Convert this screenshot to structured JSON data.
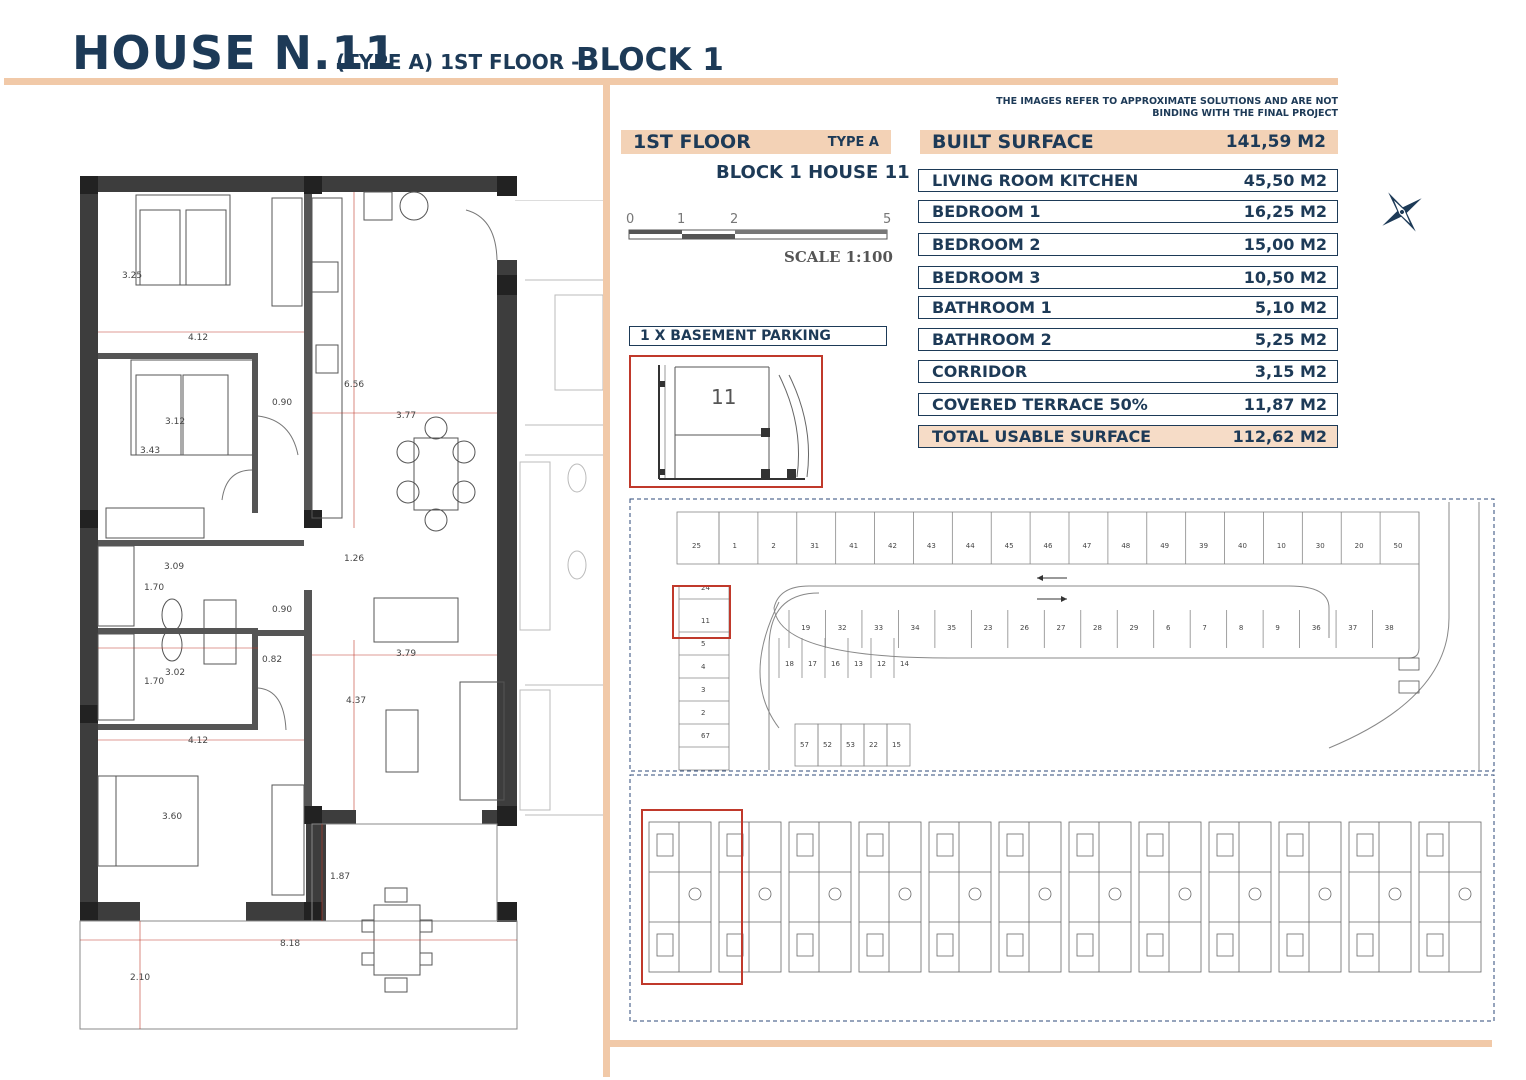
{
  "header": {
    "title_main": "HOUSE N.11",
    "title_type": "(TYPE A) 1ST FLOOR -",
    "title_block": "BLOCK 1"
  },
  "disclaimer": {
    "line1": "THE IMAGES REFER TO APPROXIMATE SOLUTIONS AND ARE NOT",
    "line2": "BINDING WITH THE FINAL PROJECT"
  },
  "unit_info": {
    "floor_label": "1ST FLOOR",
    "type_label": "TYPE A",
    "block_house": "BLOCK 1 HOUSE 11",
    "scale_label": "SCALE 1:100",
    "scale_ticks": [
      "0",
      "1",
      "2",
      "5"
    ],
    "parking_label": "1 X BASEMENT PARKING",
    "parking_number": "11"
  },
  "surfaces": {
    "built_label": "BUILT SURFACE",
    "built_value": "141,59 M2",
    "rooms": [
      {
        "name": "LIVING ROOM KITCHEN",
        "area": "45,50 M2"
      },
      {
        "name": "BEDROOM 1",
        "area": "16,25 M2"
      },
      {
        "name": "BEDROOM 2",
        "area": "15,00 M2"
      },
      {
        "name": "BEDROOM 3",
        "area": "10,50 M2"
      },
      {
        "name": "BATHROOM 1",
        "area": "5,10 M2"
      },
      {
        "name": "BATHROOM 2",
        "area": "5,25 M2"
      },
      {
        "name": "CORRIDOR",
        "area": "3,15 M2"
      },
      {
        "name": "COVERED TERRACE 50%",
        "area": "11,87 M2"
      }
    ],
    "total_label": "TOTAL USABLE SURFACE",
    "total_value": "112,62 M2"
  },
  "plan_dimensions": {
    "d1": "3.25",
    "d2": "4.12",
    "d3": "0.90",
    "d4": "3.12",
    "d5": "3.43",
    "d6": "6.56",
    "d7": "3.77",
    "d8": "1.26",
    "d9": "3.09",
    "d10": "1.70",
    "d11": "0.90",
    "d12": "0.82",
    "d13": "3.02",
    "d14": "1.70",
    "d15": "3.79",
    "d16": "4.37",
    "d17": "4.12",
    "d18": "3.60",
    "d19": "1.87",
    "d20": "8.18",
    "d21": "2.10"
  },
  "parking_spots": {
    "top_row": [
      "25",
      "1",
      "2",
      "31",
      "41",
      "42",
      "43",
      "44",
      "45",
      "46",
      "47",
      "48",
      "49",
      "39",
      "40",
      "10",
      "30",
      "20",
      "50"
    ],
    "middle_row": [
      "19",
      "32",
      "33",
      "34",
      "35",
      "23",
      "26",
      "27",
      "28",
      "29",
      "6",
      "7",
      "8",
      "9",
      "36",
      "37",
      "38"
    ],
    "inner_row": [
      "18",
      "17",
      "16",
      "13",
      "12",
      "14"
    ],
    "left_column": [
      "24",
      "11",
      "5",
      "4",
      "3",
      "2",
      "67"
    ],
    "bottom_row": [
      "57",
      "52",
      "53",
      "22",
      "15"
    ]
  },
  "colors": {
    "navy": "#1d3a57",
    "peach": "#f1c9a8",
    "highlight_red": "#c0392b"
  }
}
